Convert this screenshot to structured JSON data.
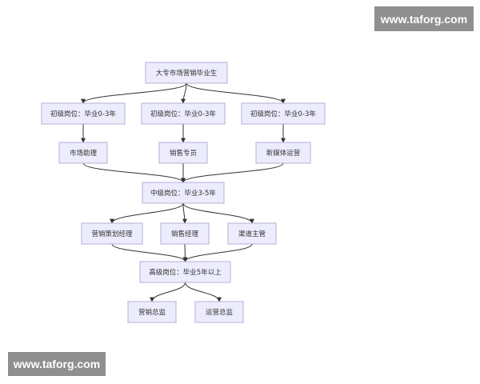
{
  "watermarks": {
    "top": "www.taforg.com",
    "bottom": "www.taforg.com"
  },
  "diagram": {
    "nodes": {
      "root": "大专市场营销毕业生",
      "entry1": "初级岗位：毕业0-3年",
      "entry2": "初级岗位：毕业0-3年",
      "entry3": "初级岗位：毕业0-3年",
      "marketing_assistant": "市场助理",
      "sales_specialist": "销售专员",
      "new_media_ops": "新媒体运营",
      "mid": "中级岗位：毕业3-5年",
      "marketing_planner": "营销策划经理",
      "sales_manager": "销售经理",
      "channel_lead": "渠道主管",
      "senior": "高级岗位：毕业5年以上",
      "marketing_director": "营销总监",
      "operations_director": "运营总监"
    },
    "edges": [
      [
        "root",
        "entry1"
      ],
      [
        "root",
        "entry2"
      ],
      [
        "root",
        "entry3"
      ],
      [
        "entry1",
        "marketing_assistant"
      ],
      [
        "entry2",
        "sales_specialist"
      ],
      [
        "entry3",
        "new_media_ops"
      ],
      [
        "marketing_assistant",
        "mid"
      ],
      [
        "sales_specialist",
        "mid"
      ],
      [
        "new_media_ops",
        "mid"
      ],
      [
        "mid",
        "marketing_planner"
      ],
      [
        "mid",
        "sales_manager"
      ],
      [
        "mid",
        "channel_lead"
      ],
      [
        "marketing_planner",
        "senior"
      ],
      [
        "sales_manager",
        "senior"
      ],
      [
        "channel_lead",
        "senior"
      ],
      [
        "senior",
        "marketing_director"
      ],
      [
        "senior",
        "operations_director"
      ]
    ]
  }
}
